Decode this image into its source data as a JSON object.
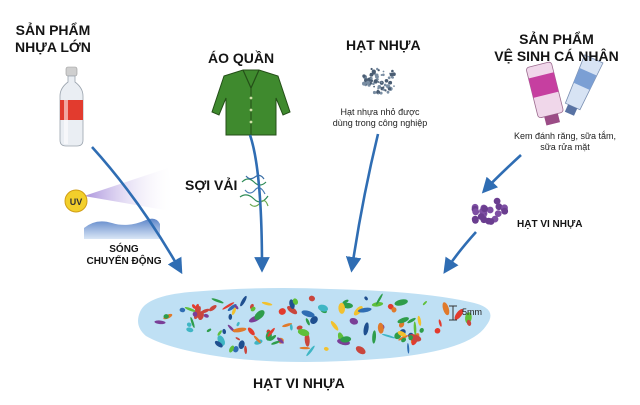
{
  "sources": {
    "large_plastic": {
      "line1": "SẢN PHẨM",
      "line2": "NHỰA LỚN"
    },
    "clothes": {
      "label": "ÁO QUẦN",
      "fiber_label": "SỢI VẢI"
    },
    "industrial": {
      "label": "HẠT NHỰA",
      "caption_line1": "Hạt nhựa nhỏ được",
      "caption_line2": "dùng trong công nghiệp"
    },
    "hygiene": {
      "line1": "SẢN PHẨM",
      "line2": "VỆ SINH CÁ NHÂN",
      "caption_line1": "Kem đánh răng, sữa tắm,",
      "caption_line2": "sữa rửa mặt",
      "micro_label": "HẠT VI NHỰA"
    }
  },
  "uv": {
    "label": "UV"
  },
  "waves": {
    "line1": "SÓNG",
    "line2": "CHUYỂN ĐỘNG"
  },
  "scale": {
    "label": "5mm"
  },
  "result": {
    "label": "HẠT VI NHỰA"
  },
  "colors": {
    "arrow": "#2f6db3",
    "water": "#bfe0f4",
    "bottle_cap": "#d8d8d8",
    "bottle_label": "#e23b2e",
    "jacket": "#3f8a2e",
    "uv_sun": "#f2cf2b",
    "micro_purple": "#6a3d8f"
  }
}
